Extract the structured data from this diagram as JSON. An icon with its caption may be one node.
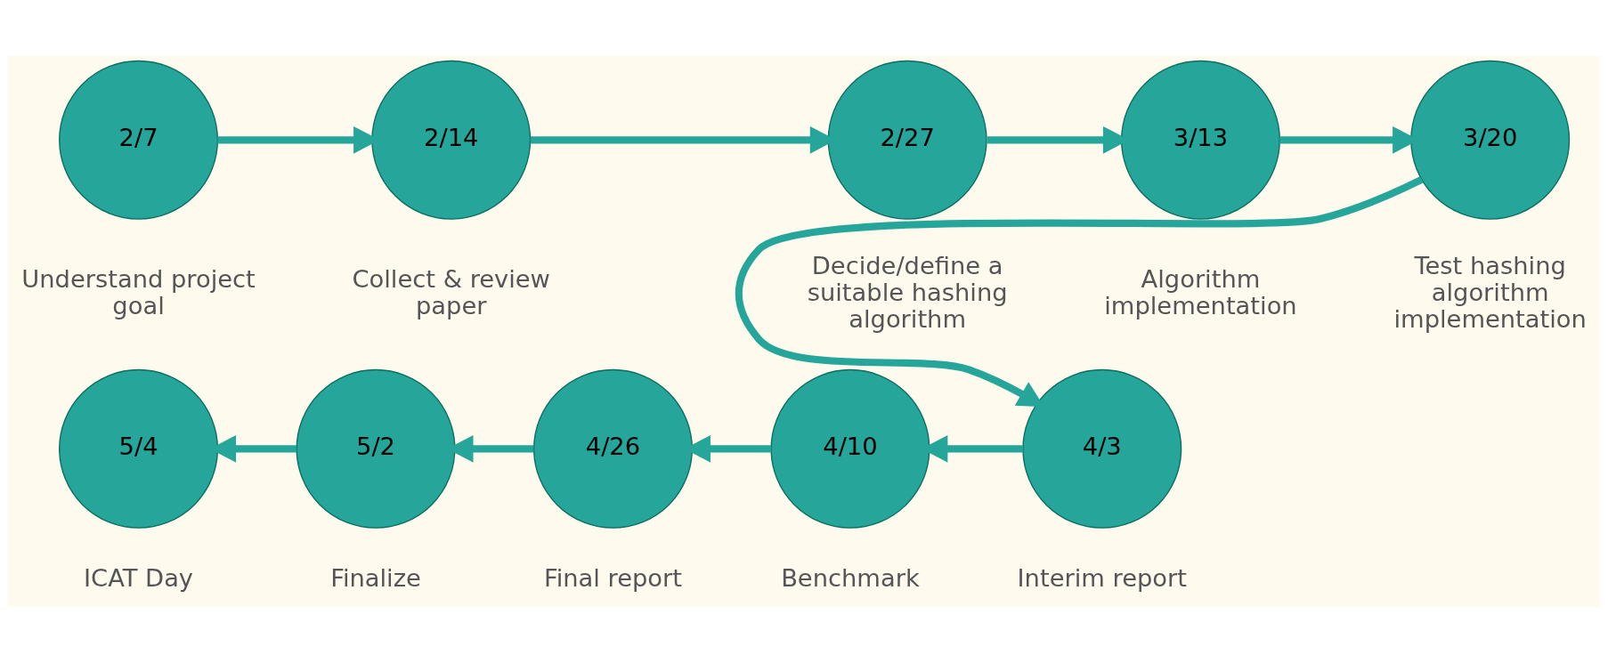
{
  "diagram": {
    "nodes": [
      {
        "text": [
          "2/7"
        ],
        "beside": [
          "Understand project goal"
        ]
      },
      {
        "text": [
          "2/14"
        ],
        "beside": [
          "Collect & review paper"
        ]
      },
      {
        "text": [
          "2/27"
        ],
        "beside": [
          "Decide/define a suitable hashing algorithm"
        ]
      },
      {
        "text": [
          "3/13"
        ],
        "beside": [
          "Algorithm implementation"
        ]
      },
      {
        "text": [
          "3/20"
        ],
        "beside": [
          "Test hashing algorithm implementation"
        ]
      },
      {
        "text": [
          "4/3"
        ],
        "beside": [
          "Interim report"
        ]
      },
      {
        "text": [
          "4/10"
        ],
        "beside": [
          "Benchmark"
        ]
      },
      {
        "text": [
          "4/26"
        ],
        "beside": [
          "Final report"
        ]
      },
      {
        "text": [
          "5/2"
        ],
        "beside": [
          "Finalize"
        ]
      },
      {
        "text": [
          "5/4"
        ],
        "beside": [
          "ICAT Day"
        ]
      }
    ],
    "edges": [
      {
        "from": 0,
        "to": 1,
        "arrow": "to"
      },
      {
        "from": 1,
        "to": 2,
        "arrow": "to"
      },
      {
        "from": 2,
        "to": 3,
        "arrow": "to"
      },
      {
        "from": 3,
        "to": 4,
        "arrow": "to"
      },
      {
        "from": 4,
        "to": 5,
        "arrow": "to"
      },
      {
        "from": 5,
        "to": 6,
        "arrow": "to"
      },
      {
        "from": 6,
        "to": 7,
        "arrow": "to"
      },
      {
        "from": 7,
        "to": 8,
        "arrow": "to"
      },
      {
        "from": 8,
        "to": 9,
        "arrow": "to"
      }
    ]
  }
}
